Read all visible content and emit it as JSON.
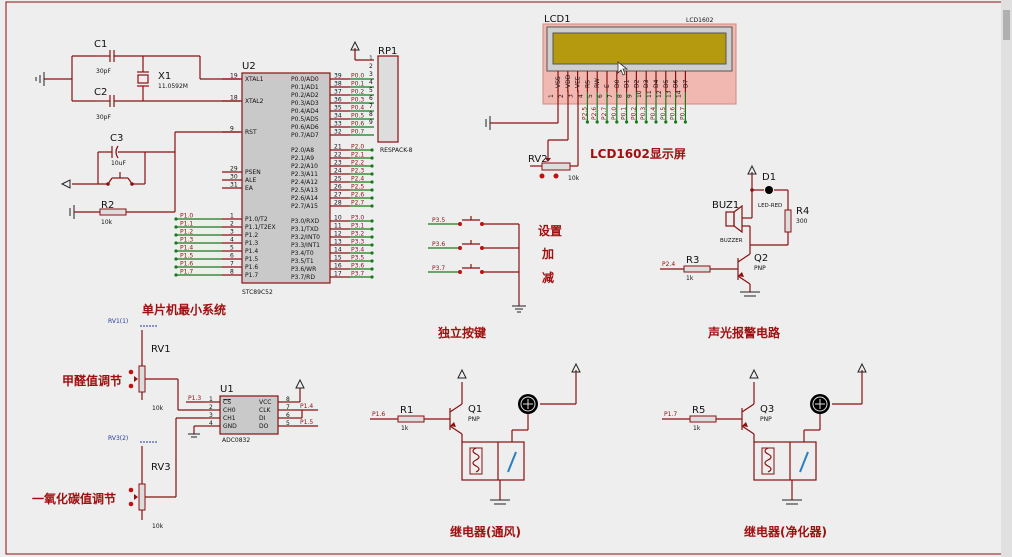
{
  "labels": {
    "mcu_section": "单片机最小系统",
    "lcd_title": "LCD1602显示屏",
    "buttons_section": "独立按键",
    "alarm_section": "声光报警电路",
    "btn_set": "设置",
    "btn_add": "加",
    "btn_sub": "减",
    "formaldehyde": "甲醛值调节",
    "co": "一氧化碳值调节",
    "relay_vent": "继电器(通风)",
    "relay_purifier": "继电器(净化器)"
  },
  "components": {
    "c1": {
      "ref": "C1",
      "value": "30pF"
    },
    "c2": {
      "ref": "C2",
      "value": "30pF"
    },
    "c3": {
      "ref": "C3",
      "value": "10uF"
    },
    "x1": {
      "ref": "X1",
      "value": "11.0592M"
    },
    "r2": {
      "ref": "R2",
      "value": "10k"
    },
    "u2": {
      "ref": "U2",
      "part": "STC89C52"
    },
    "rp1": {
      "ref": "RP1",
      "part": "RESPACK-8"
    },
    "lcd1": {
      "ref": "LCD1",
      "part": "LCD1602"
    },
    "rv2": {
      "ref": "RV2",
      "value": "10k"
    },
    "d1": {
      "ref": "D1",
      "part": "LED-RED"
    },
    "r4": {
      "ref": "R4",
      "value": "300"
    },
    "buz1": {
      "ref": "BUZ1",
      "part": "BUZZER"
    },
    "r3": {
      "ref": "R3",
      "value": "1k"
    },
    "q2": {
      "ref": "Q2",
      "part": "PNP"
    },
    "rv1": {
      "ref": "RV1",
      "value": "10k",
      "probe": "RV1(1)"
    },
    "rv3": {
      "ref": "RV3",
      "value": "10k",
      "probe": "RV3(2)"
    },
    "u1": {
      "ref": "U1",
      "part": "ADC0832"
    },
    "r1": {
      "ref": "R1",
      "value": "1k"
    },
    "q1": {
      "ref": "Q1",
      "part": "PNP"
    },
    "r5": {
      "ref": "R5",
      "value": "1k"
    },
    "q3": {
      "ref": "Q3",
      "part": "PNP"
    }
  },
  "u2_left_pins": [
    {
      "num": "19",
      "name": "XTAL1"
    },
    {
      "num": "18",
      "name": "XTAL2"
    },
    {
      "num": "9",
      "name": "RST"
    },
    {
      "num": "29",
      "name": "PSEN"
    },
    {
      "num": "30",
      "name": "ALE"
    },
    {
      "num": "31",
      "name": "EA"
    },
    {
      "num": "1",
      "name": "P1.0/T2"
    },
    {
      "num": "2",
      "name": "P1.1/T2EX"
    },
    {
      "num": "3",
      "name": "P1.2"
    },
    {
      "num": "4",
      "name": "P1.3"
    },
    {
      "num": "5",
      "name": "P1.4"
    },
    {
      "num": "6",
      "name": "P1.5"
    },
    {
      "num": "7",
      "name": "P1.6"
    },
    {
      "num": "8",
      "name": "P1.7"
    }
  ],
  "u2_p1_nets": [
    "P1.0",
    "P1.1",
    "P1.2",
    "P1.3",
    "P1.4",
    "P1.5",
    "P1.6",
    "P1.7"
  ],
  "u2_right_pins": [
    {
      "num": "39",
      "name": "P0.0/AD0",
      "net": "P0.0"
    },
    {
      "num": "38",
      "name": "P0.1/AD1",
      "net": "P0.1"
    },
    {
      "num": "37",
      "name": "P0.2/AD2",
      "net": "P0.2"
    },
    {
      "num": "36",
      "name": "P0.3/AD3",
      "net": "P0.3"
    },
    {
      "num": "35",
      "name": "P0.4/AD4",
      "net": "P0.4"
    },
    {
      "num": "34",
      "name": "P0.5/AD5",
      "net": "P0.5"
    },
    {
      "num": "33",
      "name": "P0.6/AD6",
      "net": "P0.6"
    },
    {
      "num": "32",
      "name": "P0.7/AD7",
      "net": "P0.7"
    },
    {
      "num": "21",
      "name": "P2.0/A8",
      "net": "P2.0"
    },
    {
      "num": "22",
      "name": "P2.1/A9",
      "net": "P2.1"
    },
    {
      "num": "23",
      "name": "P2.2/A10",
      "net": "P2.2"
    },
    {
      "num": "24",
      "name": "P2.3/A11",
      "net": "P2.3"
    },
    {
      "num": "25",
      "name": "P2.4/A12",
      "net": "P2.4"
    },
    {
      "num": "26",
      "name": "P2.5/A13",
      "net": "P2.5"
    },
    {
      "num": "27",
      "name": "P2.6/A14",
      "net": "P2.6"
    },
    {
      "num": "28",
      "name": "P2.7/A15",
      "net": "P2.7"
    },
    {
      "num": "10",
      "name": "P3.0/RXD",
      "net": "P3.0"
    },
    {
      "num": "11",
      "name": "P3.1/TXD",
      "net": "P3.1"
    },
    {
      "num": "12",
      "name": "P3.2/INT0",
      "net": "P3.2"
    },
    {
      "num": "13",
      "name": "P3.3/INT1",
      "net": "P3.3"
    },
    {
      "num": "14",
      "name": "P3.4/T0",
      "net": "P3.4"
    },
    {
      "num": "15",
      "name": "P3.5/T1",
      "net": "P3.5"
    },
    {
      "num": "16",
      "name": "P3.6/WR",
      "net": "P3.6"
    },
    {
      "num": "17",
      "name": "P3.7/RD",
      "net": "P3.7"
    }
  ],
  "rp1_pins": [
    "1",
    "2",
    "3",
    "4",
    "5",
    "6",
    "7",
    "8",
    "9"
  ],
  "lcd_pins": [
    "VSS",
    "VDD",
    "VEE",
    "RS",
    "RW",
    "E",
    "D0",
    "D1",
    "D2",
    "D3",
    "D4",
    "D5",
    "D6",
    "D7"
  ],
  "lcd_pin_nums": [
    "1",
    "2",
    "3",
    "4",
    "5",
    "6",
    "7",
    "8",
    "9",
    "10",
    "11",
    "12",
    "13",
    "14"
  ],
  "lcd_nets": [
    "P2.5",
    "P2.6",
    "P2.7",
    "P0.0",
    "P0.1",
    "P0.2",
    "P0.3",
    "P0.4",
    "P0.5",
    "P0.6",
    "P0.7"
  ],
  "button_nets": [
    "P3.5",
    "P3.6",
    "P3.7"
  ],
  "nets": {
    "q2_base": "P2.4",
    "q1_base": "P1.6",
    "q3_base": "P1.7",
    "adc_cs": "P1.3",
    "adc_clk": "P1.4",
    "adc_do": "P1.5"
  },
  "u1_left_pins": [
    {
      "num": "1",
      "name": "CS"
    },
    {
      "num": "2",
      "name": "CH0"
    },
    {
      "num": "3",
      "name": "CH1"
    },
    {
      "num": "4",
      "name": "GND"
    }
  ],
  "u1_right_pins": [
    {
      "num": "8",
      "name": "VCC"
    },
    {
      "num": "7",
      "name": "CLK"
    },
    {
      "num": "6",
      "name": "DI"
    },
    {
      "num": "5",
      "name": "DO"
    }
  ]
}
